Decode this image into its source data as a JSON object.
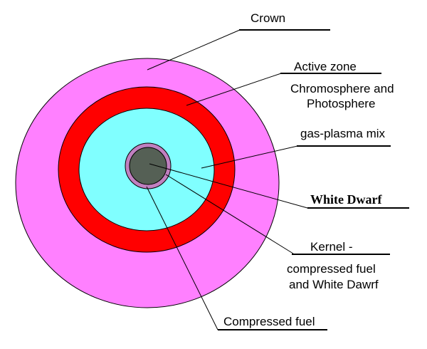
{
  "layers": [
    {
      "name": "crown",
      "color": "#ff80ff"
    },
    {
      "name": "active-zone",
      "color": "#ff0000"
    },
    {
      "name": "gas-plasma-mix",
      "color": "#80ffff"
    },
    {
      "name": "kernel-rim",
      "color": "#c080c0"
    },
    {
      "name": "white-dwarf-core",
      "color": "#556055"
    }
  ],
  "labels": {
    "crown": "Crown",
    "active_zone": "Active zone",
    "chromosphere_line1": "Chromosphere and",
    "chromosphere_line2": "Photosphere",
    "gas_plasma": "gas-plasma mix",
    "white_dwarf": "White Dwarf",
    "kernel_line1": "Kernel -",
    "kernel_line2": "compressed fuel",
    "kernel_line3": "and  White Dawrf",
    "compressed_fuel": "Compressed fuel"
  }
}
